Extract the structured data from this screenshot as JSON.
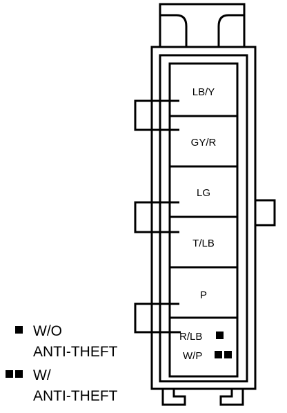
{
  "connector": {
    "cavities": [
      {
        "label": "LB/Y"
      },
      {
        "label": "GY/R"
      },
      {
        "label": "LG"
      },
      {
        "label": "T/LB"
      },
      {
        "label": "P"
      }
    ],
    "last_cavity": {
      "wire_without_antitheft": "R/LB",
      "wire_with_antitheft": "W/P"
    }
  },
  "legend": {
    "without": {
      "line1": "W/O",
      "line2": "ANTI-THEFT"
    },
    "with": {
      "line1": "W/",
      "line2": "ANTI-THEFT"
    }
  },
  "colors": {
    "ink": "#000000",
    "paper": "#ffffff"
  }
}
